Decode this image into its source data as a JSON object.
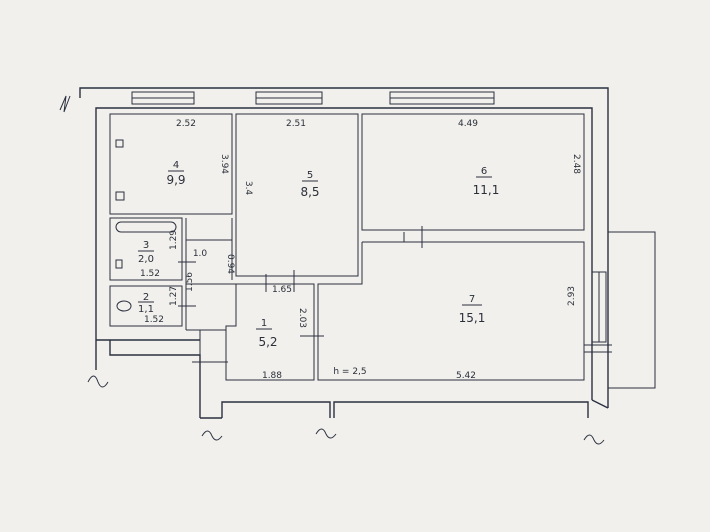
{
  "plan": {
    "height_note": "h = 2,5",
    "rooms": [
      {
        "id": "r1",
        "number": "1",
        "area": "5,2"
      },
      {
        "id": "r2",
        "number": "2",
        "area": "1,1"
      },
      {
        "id": "r3",
        "number": "3",
        "area": "2,0"
      },
      {
        "id": "r4",
        "number": "4",
        "area": "9,9"
      },
      {
        "id": "r5",
        "number": "5",
        "area": "8,5"
      },
      {
        "id": "r6",
        "number": "6",
        "area": "11,1"
      },
      {
        "id": "r7",
        "number": "7",
        "area": "15,1"
      }
    ],
    "dimensions": {
      "r4_top": "2.52",
      "r4_side": "3.94",
      "r5_top": "2.51",
      "r5_side": "3.4",
      "r6_top": "4.49",
      "r6_side": "2.48",
      "r7_side": "2.93",
      "r7_bottom": "5.42",
      "r1_top": "1.65",
      "r1_bottom": "1.88",
      "r1_side": "2.03",
      "r3_bottom": "1.52",
      "r3_side": "1.29",
      "r2_bottom": "1.52",
      "r2_side": "1.27",
      "corr_a": "1.0",
      "corr_b": "0.94",
      "corr_c": "1.56"
    }
  }
}
